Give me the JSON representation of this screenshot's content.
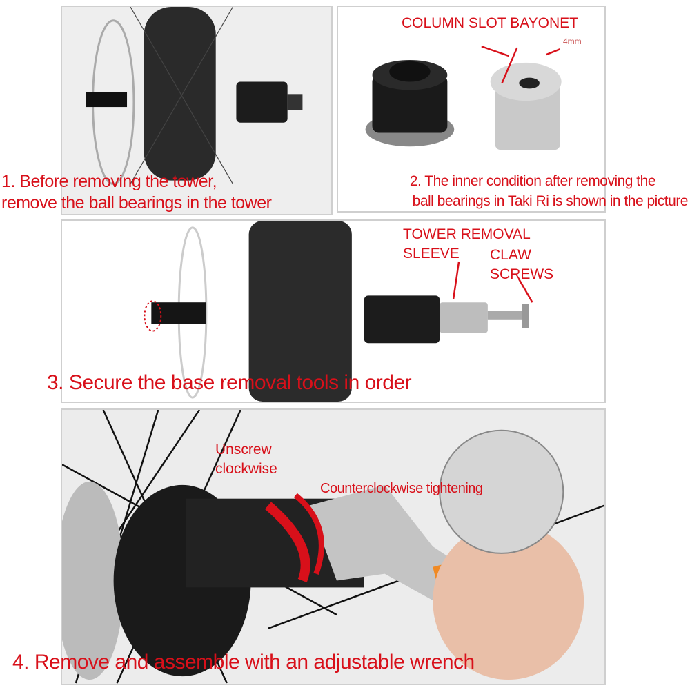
{
  "step1": {
    "caption_line1": "1. Before removing the tower,",
    "caption_line2": "remove the ball bearings in the tower"
  },
  "step2": {
    "label_bayonet": "COLUMN SLOT BAYONET",
    "label_size": "4mm",
    "caption_line1": "2. The inner condition after removing the",
    "caption_line2": "ball bearings in Taki Ri is shown in the picture"
  },
  "step3": {
    "label_sleeve_line1": "TOWER REMOVAL",
    "label_sleeve_line2": "SLEEVE",
    "label_claw_line1": "CLAW",
    "label_claw_line2": "SCREWS",
    "caption": "3. Secure the base removal tools in order"
  },
  "step4": {
    "label_unscrew_line1": "Unscrew",
    "label_unscrew_line2": "clockwise",
    "label_tighten": "Counterclockwise tightening",
    "caption": "4. Remove and assemble with an adjustable wrench"
  },
  "colors": {
    "text_accent": "#d8101a",
    "panel_border": "#cfcfcf",
    "wrench_handle": "#f08a24"
  }
}
